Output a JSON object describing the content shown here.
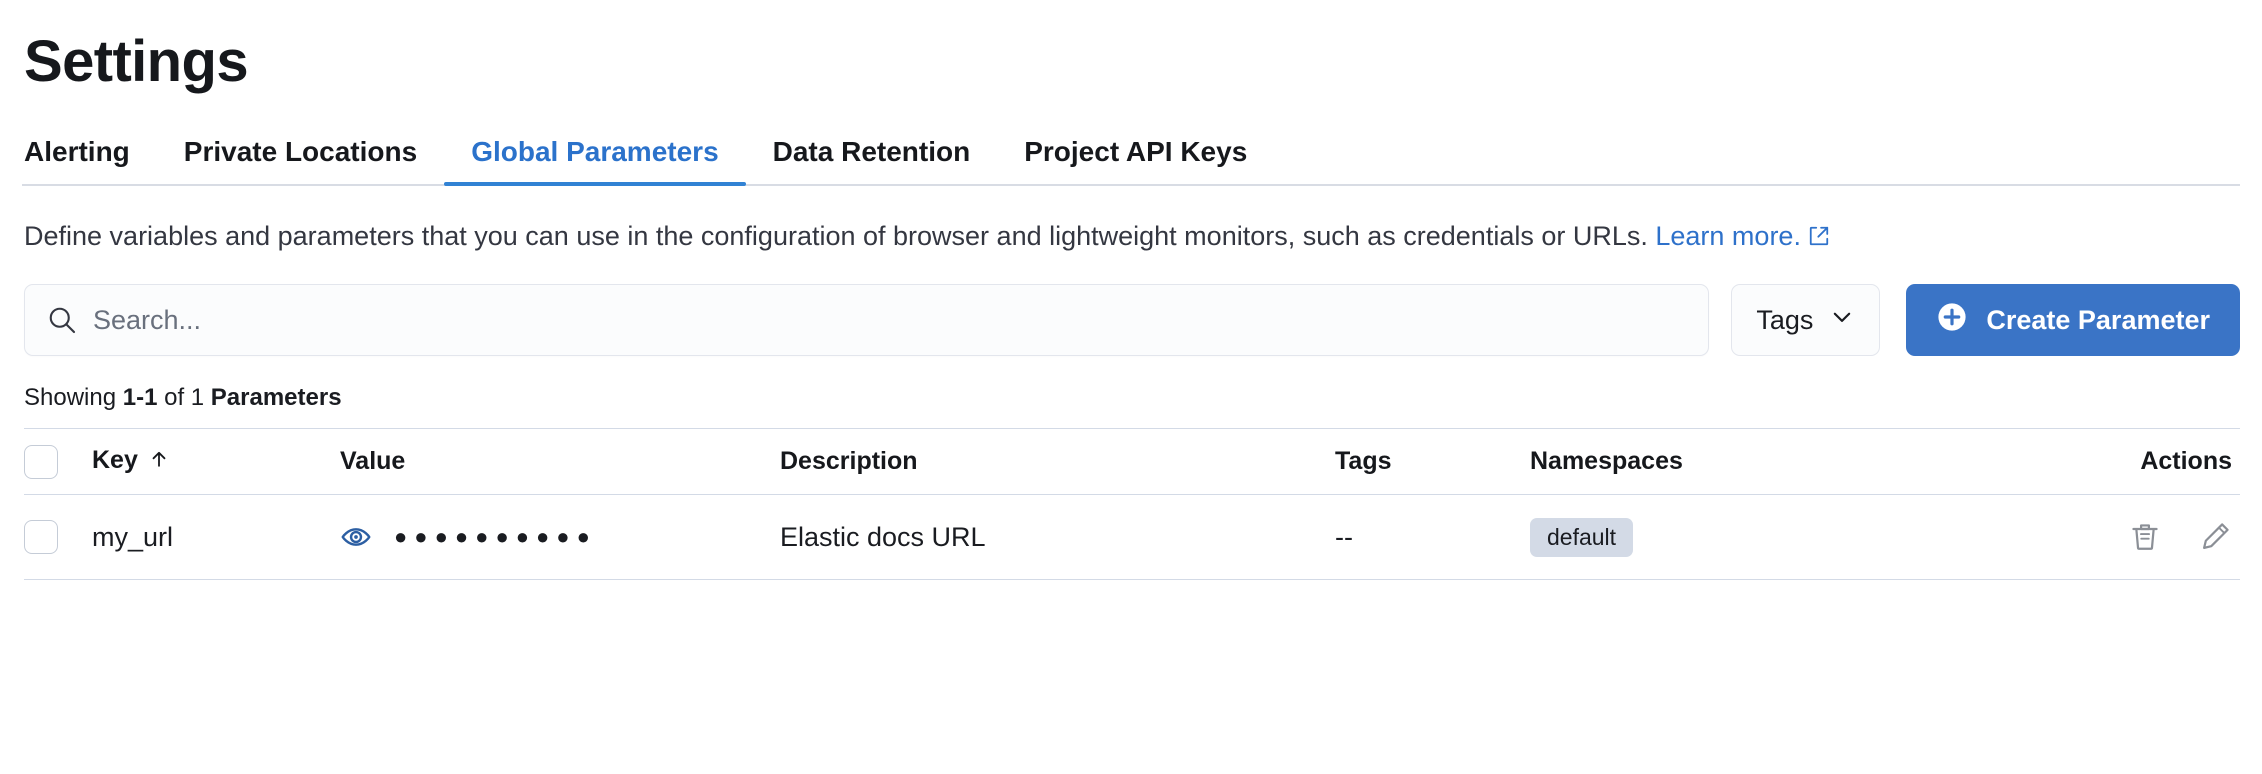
{
  "header": {
    "title": "Settings"
  },
  "tabs": [
    {
      "label": "Alerting",
      "active": false,
      "name": "tab-alerting"
    },
    {
      "label": "Private Locations",
      "active": false,
      "name": "tab-private-locations"
    },
    {
      "label": "Global Parameters",
      "active": true,
      "name": "tab-global-parameters"
    },
    {
      "label": "Data Retention",
      "active": false,
      "name": "tab-data-retention"
    },
    {
      "label": "Project API Keys",
      "active": false,
      "name": "tab-project-api-keys"
    }
  ],
  "description": {
    "text": "Define variables and parameters that you can use in the configuration of browser and lightweight monitors, such as credentials or URLs. ",
    "link_text": "Learn more.",
    "link_icon": "external-link-icon"
  },
  "toolbar": {
    "search_placeholder": "Search...",
    "search_value": "",
    "search_icon": "search-icon",
    "tags_label": "Tags",
    "tags_icon": "chevron-down-icon",
    "create_label": "Create Parameter",
    "create_icon": "plus-circle-icon"
  },
  "results": {
    "prefix": "Showing ",
    "range": "1-1",
    "middle": " of 1 ",
    "unit": "Parameters"
  },
  "table": {
    "columns": [
      {
        "label": "Key",
        "sort": "ascending",
        "sort_icon": "arrow-up-icon"
      },
      {
        "label": "Value"
      },
      {
        "label": "Description"
      },
      {
        "label": "Tags"
      },
      {
        "label": "Namespaces"
      },
      {
        "label": "Actions"
      }
    ],
    "rows": [
      {
        "key": "my_url",
        "value_masked": "●●●●●●●●●●",
        "value_toggle_icon": "eye-icon",
        "description": "Elastic docs URL",
        "tags": "--",
        "namespace": "default",
        "actions": [
          "trash-icon",
          "pencil-icon"
        ]
      }
    ]
  },
  "colors": {
    "accent_blue": "#3a74c6",
    "link_blue": "#2e71ca",
    "active_tab": "#2b72cb",
    "badge_bg": "#d3dae6",
    "border": "#d3dae6",
    "text": "#1a1c21",
    "muted_text": "#69707d"
  }
}
